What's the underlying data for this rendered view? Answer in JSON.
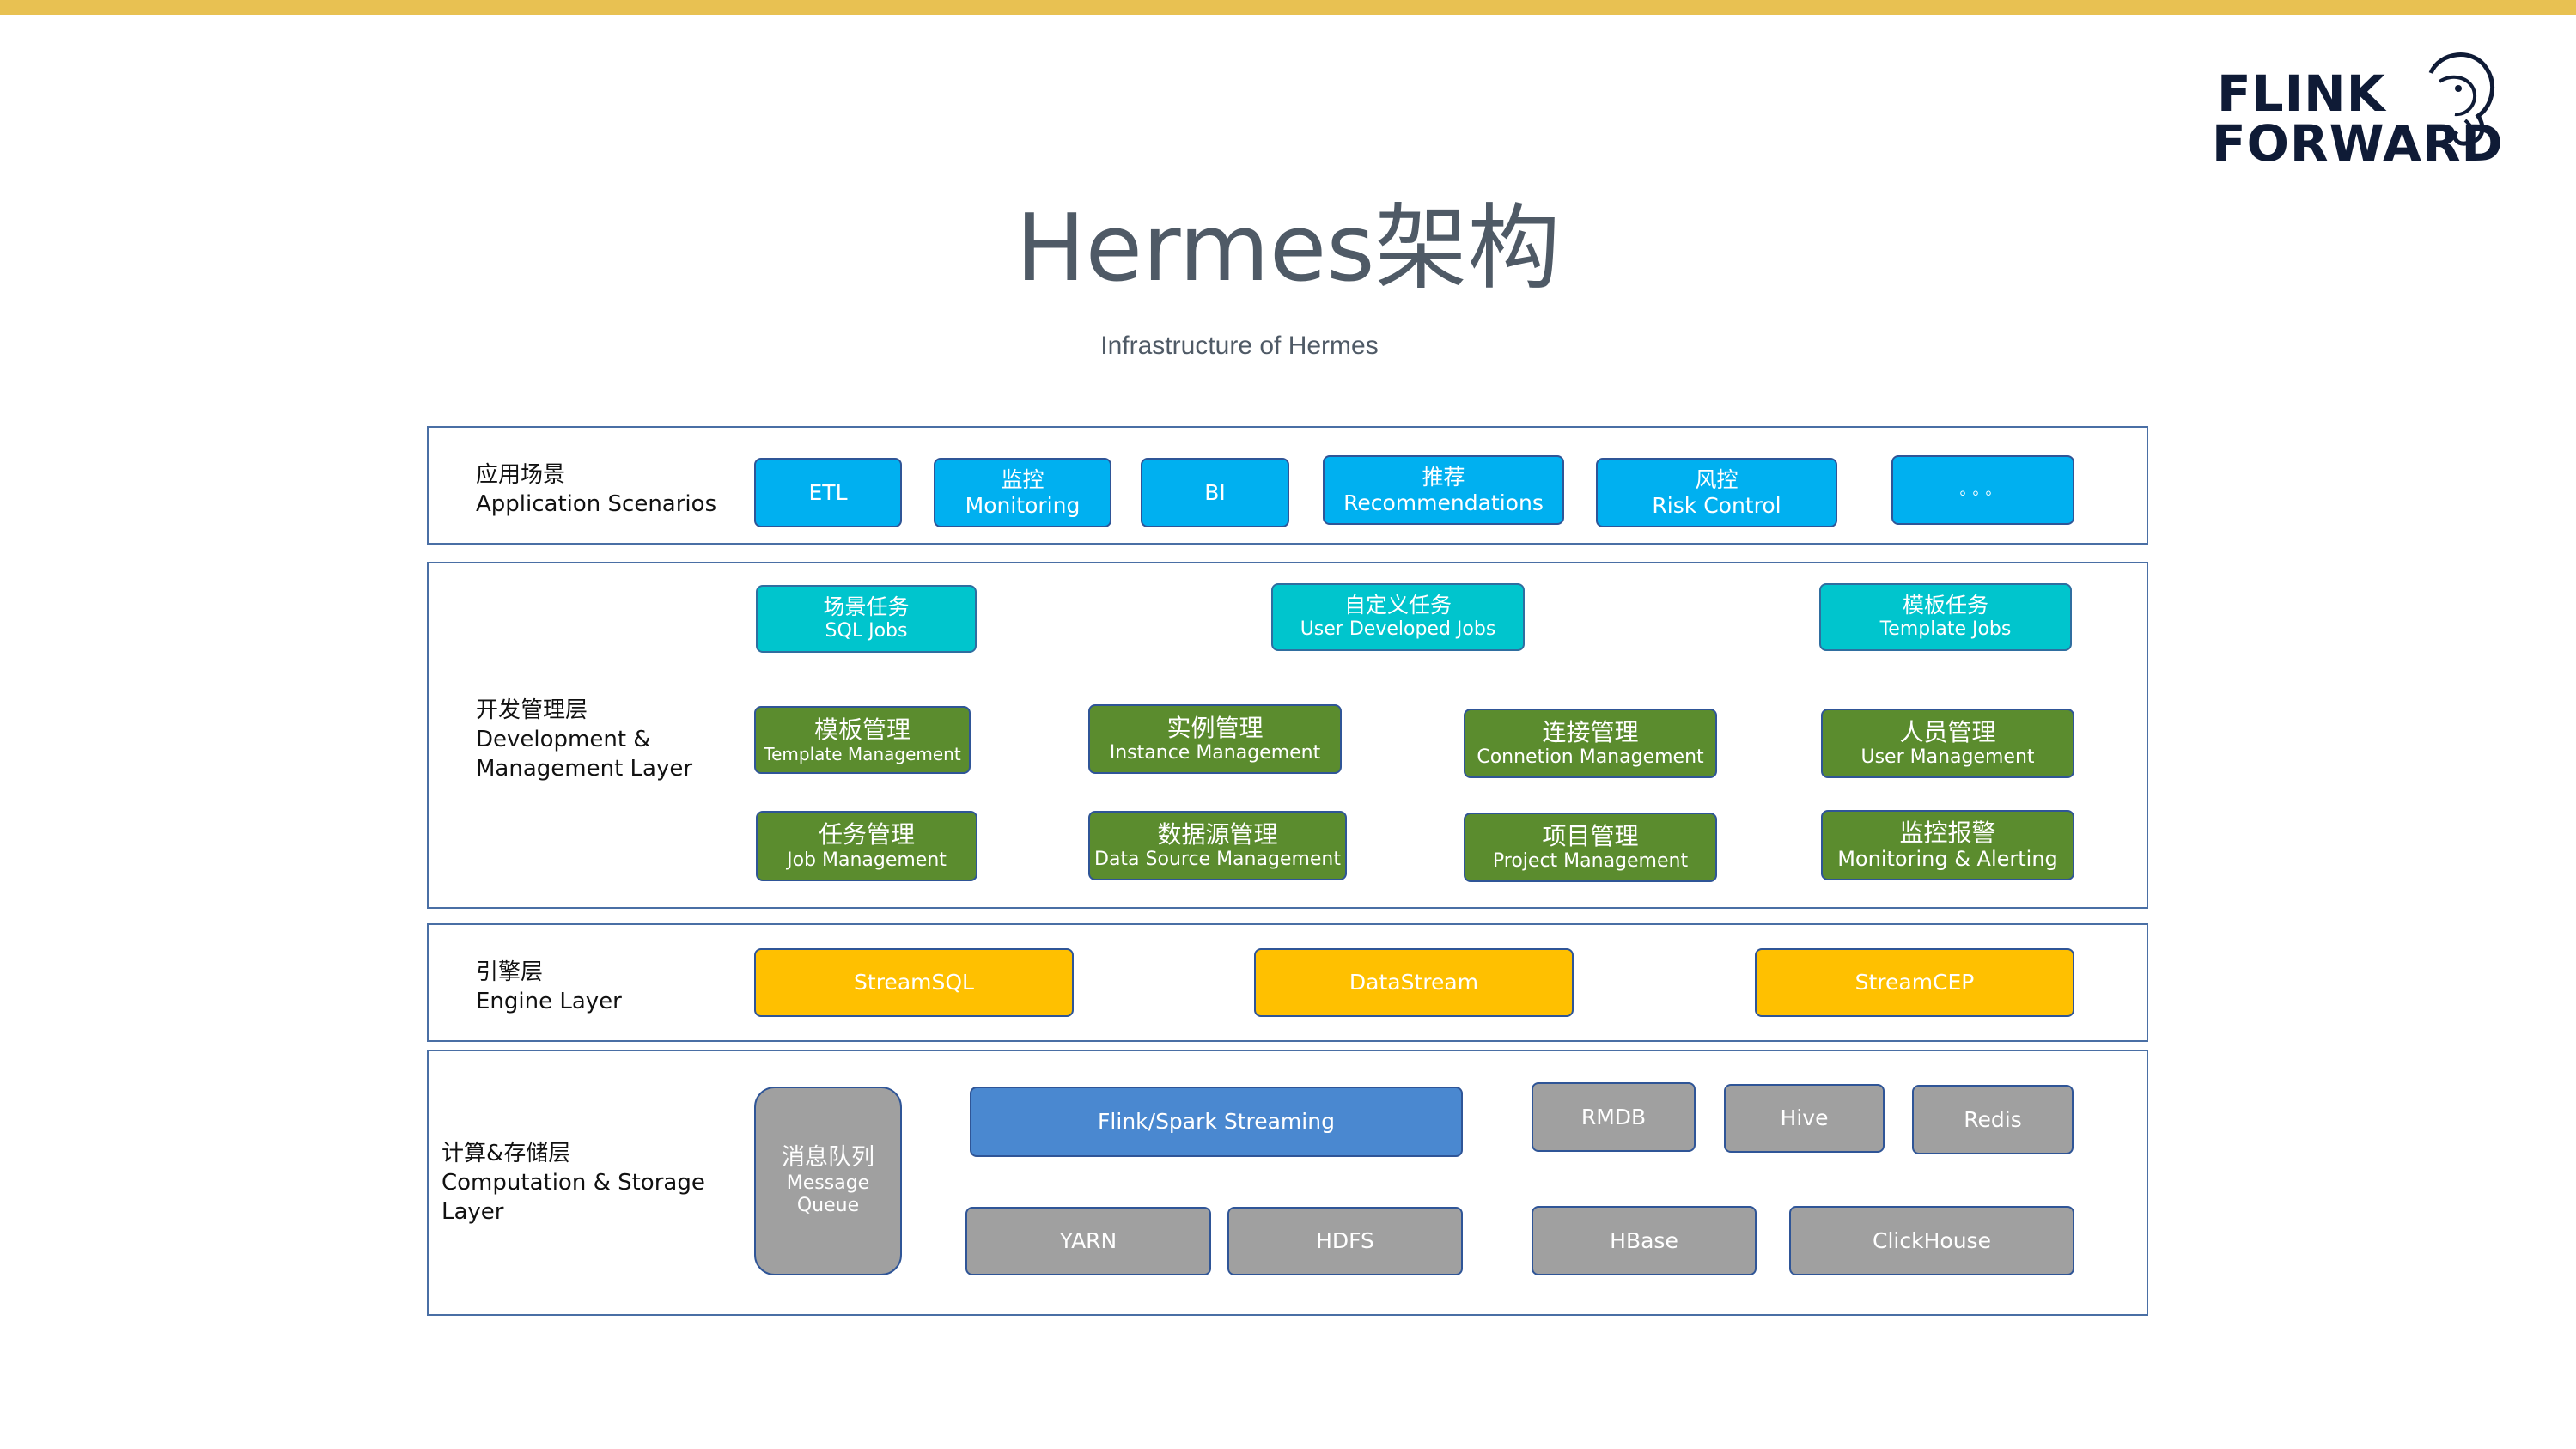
{
  "logo": {
    "line1": "FLINK",
    "line2": "FORWARD"
  },
  "title": "Hermes架构",
  "subtitle": "Infrastructure of Hermes",
  "layers": {
    "app": {
      "zh": "应用场景",
      "en": "Application Scenarios"
    },
    "dev": {
      "zh": "开发管理层",
      "en1": "Development &",
      "en2": "Management Layer"
    },
    "engine": {
      "zh": "引擎层",
      "en": "Engine Layer"
    },
    "compute": {
      "zh": "计算&存储层",
      "en1": "Computation & Storage",
      "en2": "Layer"
    }
  },
  "app_items": {
    "etl": "ETL",
    "monitor_zh": "监控",
    "monitor_en": "Monitoring",
    "bi": "BI",
    "rec_zh": "推荐",
    "rec_en": "Recommendations",
    "risk_zh": "风控",
    "risk_en": "Risk Control",
    "more": "。。。"
  },
  "jobs": {
    "sql_zh": "场景任务",
    "sql_en": "SQL Jobs",
    "udj_zh": "自定义任务",
    "udj_en": "User Developed Jobs",
    "tpl_zh": "模板任务",
    "tpl_en": "Template Jobs"
  },
  "mgmt": {
    "template_zh": "模板管理",
    "template_en": "Template Management",
    "instance_zh": "实例管理",
    "instance_en": "Instance Management",
    "conn_zh": "连接管理",
    "conn_en": "Connetion Management",
    "user_zh": "人员管理",
    "user_en": "User Management",
    "job_zh": "任务管理",
    "job_en": "Job Management",
    "ds_zh": "数据源管理",
    "ds_en": "Data Source Management",
    "proj_zh": "项目管理",
    "proj_en": "Project Management",
    "mon_zh": "监控报警",
    "mon_en": "Monitoring & Alerting"
  },
  "engine": {
    "sql": "StreamSQL",
    "ds": "DataStream",
    "cep": "StreamCEP"
  },
  "compute": {
    "mq_zh": "消息队列",
    "mq_en1": "Message",
    "mq_en2": "Queue",
    "flink": "Flink/Spark Streaming",
    "yarn": "YARN",
    "hdfs": "HDFS",
    "rmdb": "RMDB",
    "hive": "Hive",
    "redis": "Redis",
    "hbase": "HBase",
    "clickhouse": "ClickHouse"
  },
  "colors": {
    "top_bar": "#E8C152",
    "scenario": "#00B0F0",
    "job": "#00C5CD",
    "management": "#5B8C2E",
    "engine": "#FFC000",
    "storage": "#A0A0A0",
    "stream": "#4A88D0",
    "border": "#2F5597"
  }
}
